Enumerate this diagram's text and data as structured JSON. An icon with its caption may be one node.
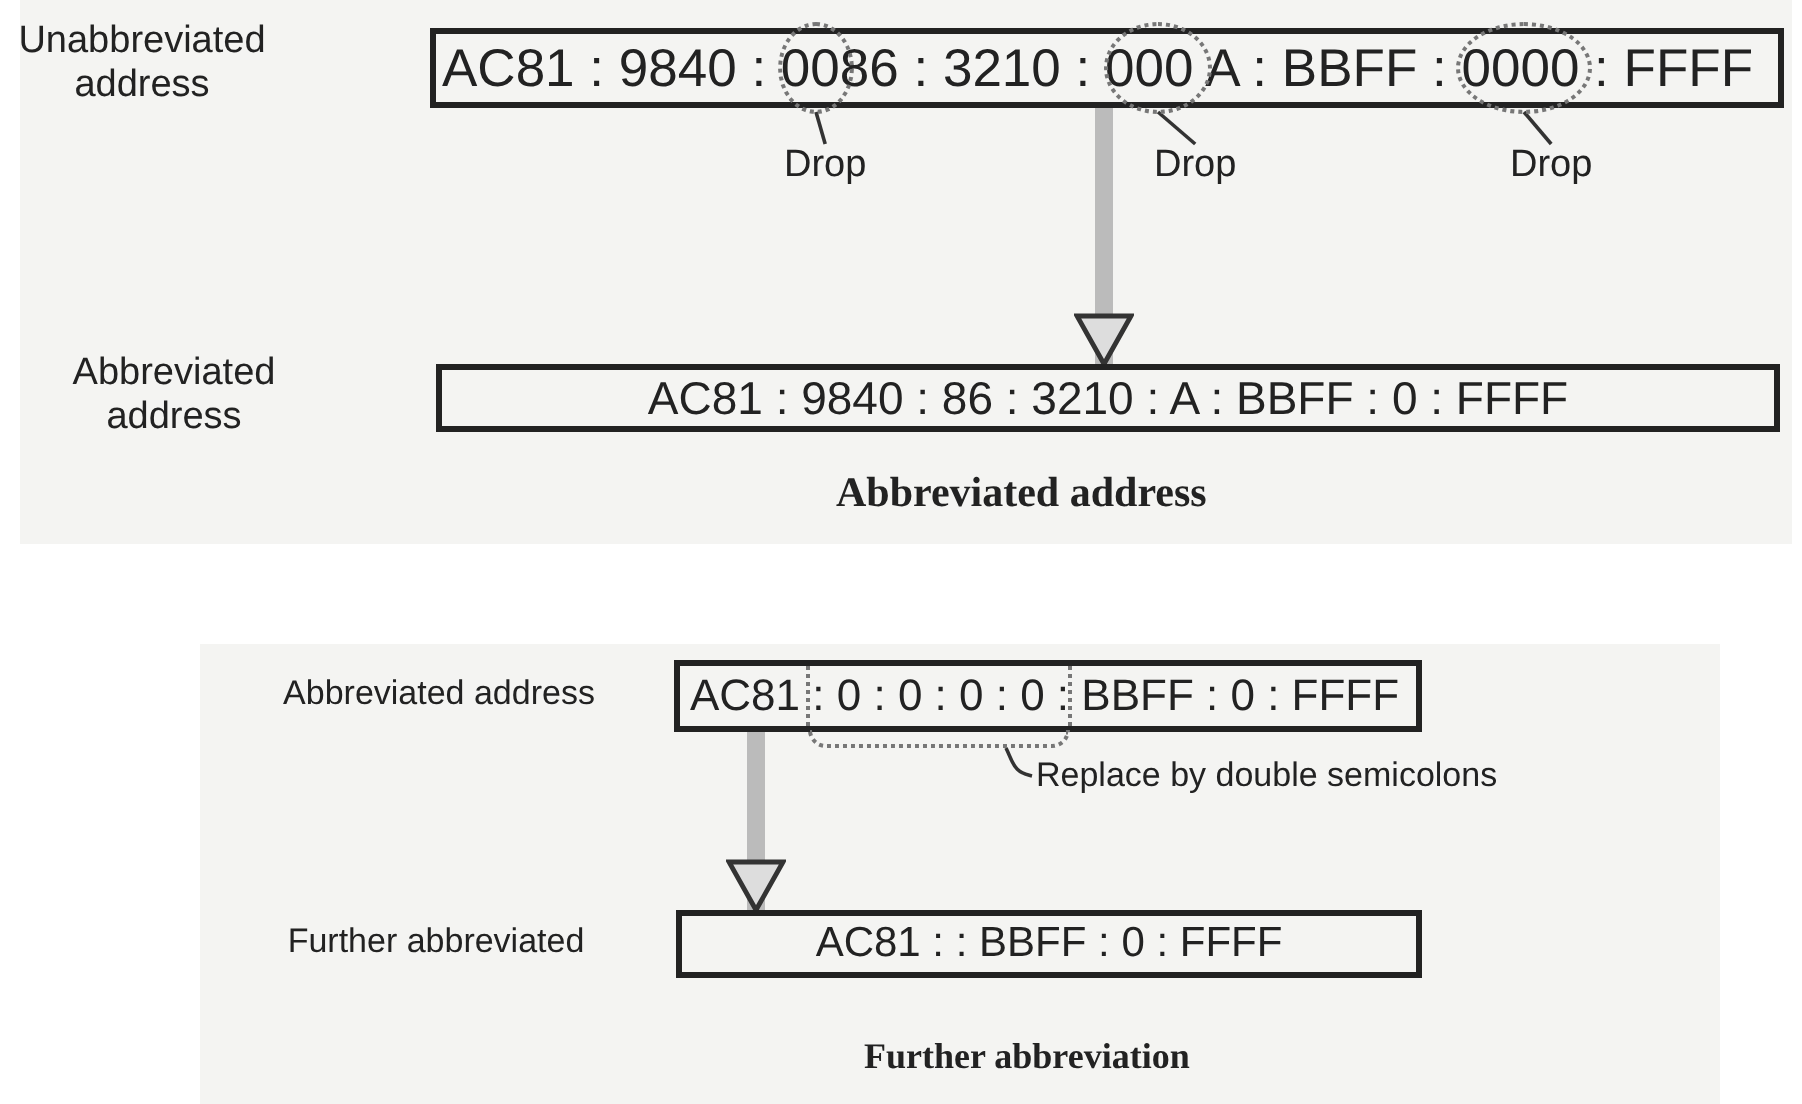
{
  "diagram": {
    "nodes": [
      {
        "text": [
          "AC81 : 9840 : 0086 : 3210 : 000 A : BBFF : 0000 : FFFF"
        ]
      },
      {
        "text": [],
        "shape": "circle",
        "in": 0
      },
      {
        "text": [],
        "shape": "circle",
        "in": 0
      },
      {
        "text": [],
        "shape": "circle",
        "in": 0
      },
      {
        "text": [
          "Drop"
        ]
      },
      {
        "text": [
          "Drop"
        ]
      },
      {
        "text": [
          "Drop"
        ]
      },
      {
        "text": [
          "AC81 : 9840 : 86 : 3210 : A : BBFF : 0 : FFFF"
        ]
      },
      {
        "text": [
          "AC81 : 0 : 0 : 0 : 0 : BBFF : 0 : FFFF"
        ]
      },
      {
        "text": [],
        "shape": "box"
      },
      {
        "text": [
          "Replace by double semicolons"
        ]
      },
      {
        "text": [
          "AC81 : : BBFF : 0 : FFFF"
        ]
      }
    ],
    "edges": [
      {
        "from": 4,
        "to": 1,
        "arrow": "none"
      },
      {
        "from": 5,
        "to": 2,
        "arrow": "none"
      },
      {
        "from": 6,
        "to": 3,
        "arrow": "none"
      },
      {
        "from": 0,
        "to": 7,
        "arrow": "to",
        "style": "thick",
        "color": "#bbbbbb"
      },
      {
        "from": 10,
        "to": 9,
        "arrow": "none"
      },
      {
        "from": 8,
        "to": 11,
        "arrow": "to",
        "style": "thick",
        "color": "#bbbbbb"
      }
    ],
    "labels": [
      "Unabbreviated address",
      "Abbreviated address",
      "Abbreviated address",
      "Abbreviated address",
      "Further abbreviated",
      "Further abbreviation"
    ]
  }
}
